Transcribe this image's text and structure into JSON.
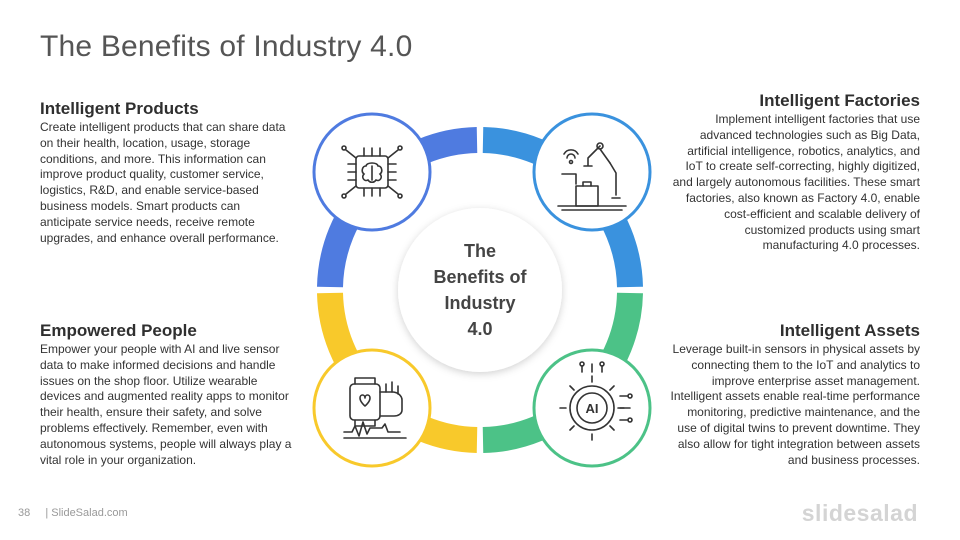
{
  "page": {
    "title": "The Benefits of Industry 4.0",
    "page_number": "38",
    "footer_site": "| SlideSalad.com",
    "brand": "slidesalad"
  },
  "center": {
    "line1": "The",
    "line2": "Benefits of",
    "line3": "Industry",
    "line4": "4.0"
  },
  "sections": {
    "intelligent_products": {
      "heading": "Intelligent Products",
      "body": "Create intelligent products that can share data on their health, location, usage, storage conditions, and more. This information can improve product quality, customer service, logistics, R&D, and enable service-based business models. Smart products can anticipate service needs, receive remote upgrades, and enhance overall performance."
    },
    "intelligent_factories": {
      "heading": "Intelligent Factories",
      "body": "Implement intelligent factories that use advanced technologies such as Big Data, artificial intelligence, robotics, analytics, and IoT to create self-correcting, highly digitized, and largely autonomous facilities. These smart factories, also known as Factory 4.0, enable cost-efficient and scalable delivery of customized products using smart manufacturing 4.0 processes."
    },
    "empowered_people": {
      "heading": "Empowered People",
      "body": "Empower your people with AI and live sensor data to make informed decisions and handle issues on the shop floor. Utilize wearable devices and augmented reality apps to monitor their health, ensure their safety, and solve problems effectively. Remember, even with autonomous systems, people will always play a vital role in your organization."
    },
    "intelligent_assets": {
      "heading": "Intelligent Assets",
      "body": "Leverage built-in sensors in physical assets by connecting them to the IoT and analytics to improve enterprise asset management. Intelligent assets enable real-time performance monitoring, predictive maintenance, and the use of digital twins to prevent downtime. They also allow for tight integration between assets and business processes."
    }
  },
  "icons": {
    "top_left": "ai-chip-brain-icon",
    "top_right": "robotic-arm-factory-icon",
    "bottom_left": "smartwatch-health-icon",
    "bottom_right": "ai-gear-icon",
    "ai_label": "AI"
  },
  "colors": {
    "blue_dark": "#4f7be0",
    "blue_light": "#3a92de",
    "green": "#4cc287",
    "yellow": "#f8c92b"
  }
}
